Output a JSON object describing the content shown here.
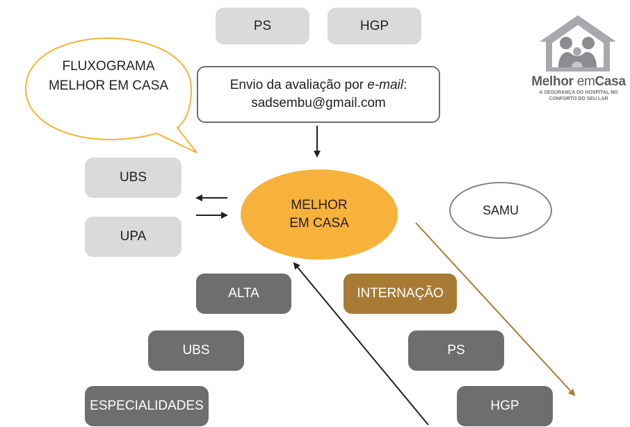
{
  "top_boxes": {
    "ps": "PS",
    "hgp": "HGP"
  },
  "bubble": {
    "line1": "FLUXOGRAMA",
    "line2": "MELHOR EM CASA"
  },
  "email": {
    "prefix": "Envio da avaliação por ",
    "italic": "e-mail",
    "suffix": ":",
    "address": "sadsembu@gmail.com"
  },
  "center": {
    "line1": "MELHOR",
    "line2": "EM CASA"
  },
  "left_boxes": {
    "ubs": "UBS",
    "upa": "UPA"
  },
  "samu": "SAMU",
  "outflow": {
    "alta": "ALTA",
    "ubs": "UBS",
    "especialidades": "ESPECIALIDADES"
  },
  "internacao": {
    "internacao": "INTERNAÇÃO",
    "ps": "PS",
    "hgp": "HGP"
  },
  "logo": {
    "title_bold": "Melhor",
    "title_em": " em",
    "title_casa": "Casa",
    "sub_line1": "A SEGURANÇA DO HOSPITAL NO",
    "sub_line2": "CONFORTO DO SEU LAR"
  },
  "colors": {
    "center_fill": "#f7b23b",
    "light_box": "#d9dadb",
    "dark_box": "#6d6e70",
    "internacao_box": "#a87b35",
    "brown_arrow": "#a87b35"
  }
}
